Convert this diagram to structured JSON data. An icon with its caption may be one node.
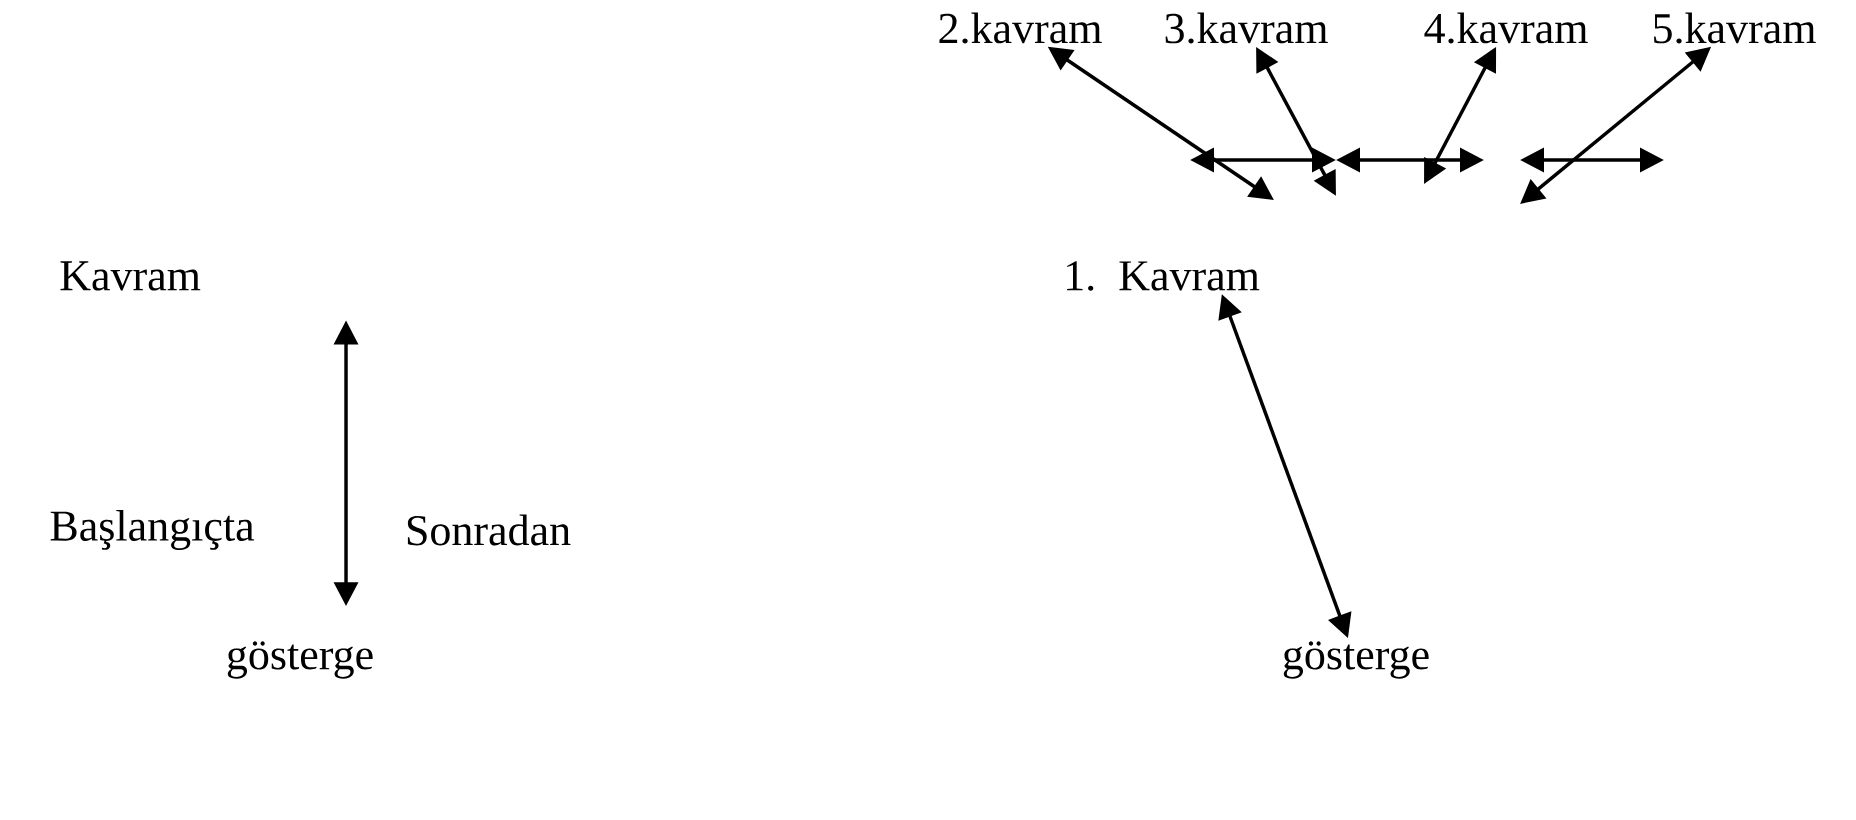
{
  "diagram": {
    "nodes": [
      {
        "text": [
          "Kavram"
        ]
      },
      {
        "text": [
          "gösterge"
        ]
      },
      {
        "text": [
          "1. Kavram"
        ]
      },
      {
        "text": [
          "gösterge"
        ]
      },
      {
        "text": [
          "2.kavram"
        ]
      },
      {
        "text": [
          "3.kavram"
        ]
      },
      {
        "text": [
          "4.kavram"
        ]
      },
      {
        "text": [
          "5.kavram"
        ]
      }
    ],
    "edges": [
      {
        "from": 0,
        "to": 1,
        "arrow": "both"
      },
      {
        "from": 2,
        "to": 3,
        "arrow": "both"
      },
      {
        "from": null,
        "to": 4,
        "arrow": "both"
      },
      {
        "from": null,
        "to": 5,
        "arrow": "both"
      },
      {
        "from": null,
        "to": 6,
        "arrow": "both"
      },
      {
        "from": null,
        "to": 7,
        "arrow": "both"
      }
    ],
    "labels": [
      "Başlangıçta",
      "Sonradan"
    ]
  }
}
